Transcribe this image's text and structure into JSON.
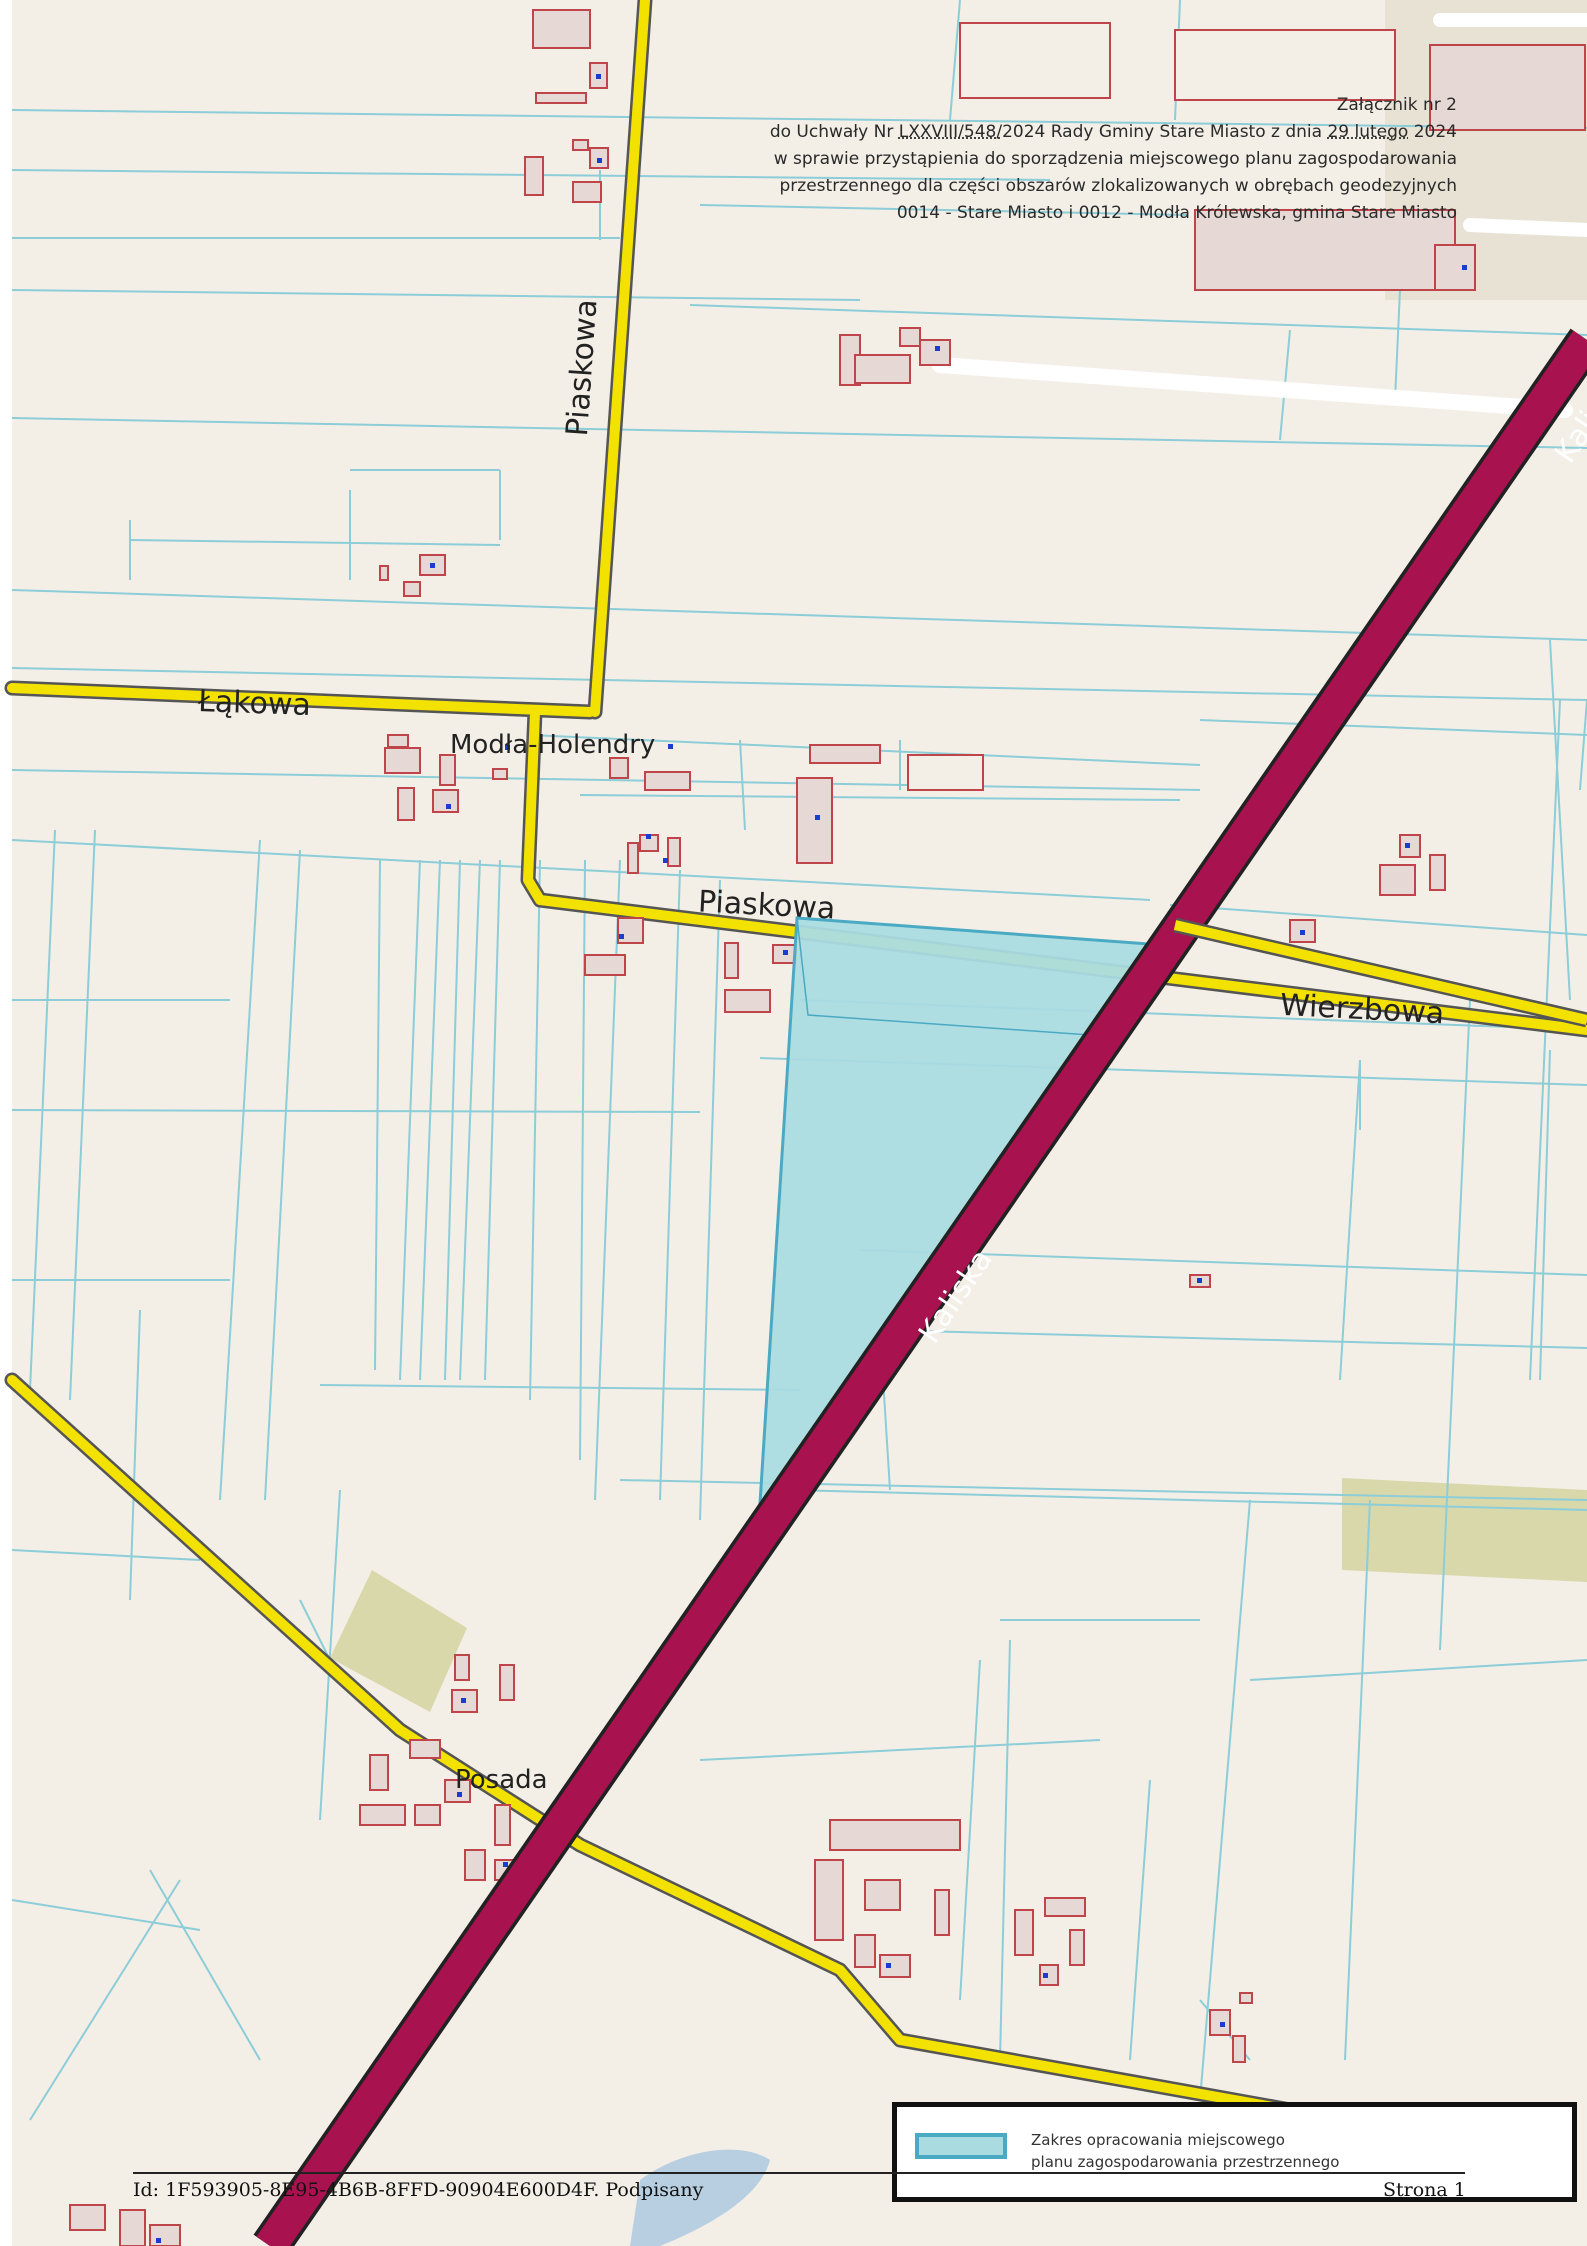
{
  "header": {
    "line1": "Załącznik nr 2",
    "line2_prefix": "do Uchwały Nr",
    "line2_number": "LXXVIII/548/",
    "line2_mid": "2024 Rady Gminy Stare Miasto z dnia",
    "line2_date": "29 lutego",
    "line2_year": "2024",
    "line3": "w sprawie przystąpienia do sporządzenia miejscowego planu zagospodarowania",
    "line4": "przestrzennego dla części obszarów zlokalizowanych w obrębach geodezyjnych",
    "line5": "0014 - Stare Miasto i 0012 - Modła Królewska, gmina Stare Miasto"
  },
  "map": {
    "street_labels": {
      "piaskowa_north": "Piaskowa",
      "lakowa": "Łąkowa",
      "piaskowa_south": "Piaskowa",
      "wierzbowa": "Wierzbowa",
      "kaliska_center": "Kaliska",
      "kaliska_top": "Kalisk"
    },
    "place_labels": {
      "modla_holendry": "Modła-Holendry",
      "posada": "Posada"
    },
    "colors": {
      "background": "#f3efe7",
      "parcel_line": "#8ccdd8",
      "local_road": "#f3e200",
      "main_road": "#a8124f",
      "building_fill": "#e6d8d5",
      "building_stroke": "#c0454a",
      "plan_area_fill": "#aadbe1",
      "plan_area_stroke": "#4aaac4",
      "grass": "#d9d8ab",
      "water": "#b8cfe2"
    }
  },
  "legend": {
    "line1": "Zakres opracowania miejscowego",
    "line2": "planu zagospodarowania przestrzennego"
  },
  "footer": {
    "id_text": "Id: 1F593905-8E95-4B6B-8FFD-90904E600D4F. Podpisany",
    "page_text": "Strona 1"
  }
}
